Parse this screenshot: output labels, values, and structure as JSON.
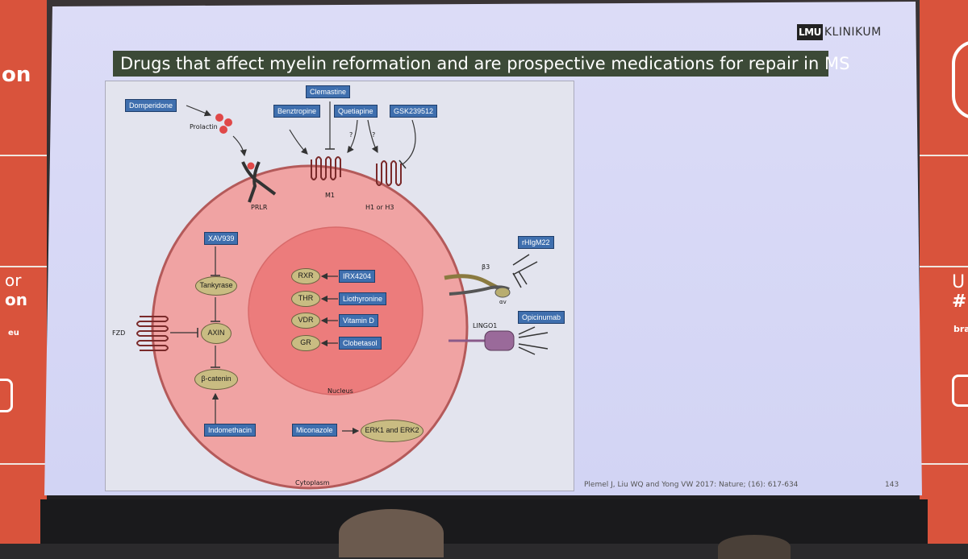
{
  "slide": {
    "logo_box": "LMU",
    "logo_text": "KLINIKUM",
    "title": "Drugs that affect myelin reformation and are prospective medications for repair in MS",
    "citation": "Plemel J, Liu WQ and Yong VW 2017: Nature; (16): 617-634",
    "page_number": "143"
  },
  "figure": {
    "top_drugs": [
      "Domperidone",
      "Clemastine",
      "Benztropine",
      "Quetiapine",
      "GSK239512"
    ],
    "prolactin_label": "Prolactin",
    "receptors": [
      "PRLR",
      "M1",
      "H1 or H3"
    ],
    "question_marks": [
      "?",
      "?"
    ],
    "pathway_drugs": [
      "XAV939",
      "Indomethacin"
    ],
    "pathway_nodes": [
      "Tankyrase",
      "AXIN",
      "β-catenin"
    ],
    "fzd_label": "FZD",
    "nuclear_receptors": [
      "RXR",
      "THR",
      "VDR",
      "GR"
    ],
    "nuclear_drugs": [
      "IRX4204",
      "Liothyronine",
      "Vitamin D",
      "Clobetasol"
    ],
    "nucleus_label": "Nucleus",
    "cytoplasm_label": "Cytoplasm",
    "integrin_labels": [
      "β3",
      "αv"
    ],
    "right_drugs": [
      "rHIgM22",
      "Opicinumab"
    ],
    "lingo_label": "LINGO1",
    "bottom_drug": "Miconazole",
    "erk_label": "ERK1 and ERK2"
  },
  "banners": {
    "left": [
      "on",
      "or",
      "on",
      "eu"
    ],
    "right": [
      "U",
      "#",
      "bra"
    ]
  },
  "colors": {
    "banner": "#d9533c",
    "screen": "#d6d7f5",
    "title_bar": "#3c4a37",
    "drug_box": "#3f6fae",
    "cell": "#f0a3a3",
    "nucleus": "#ec7c7c"
  }
}
